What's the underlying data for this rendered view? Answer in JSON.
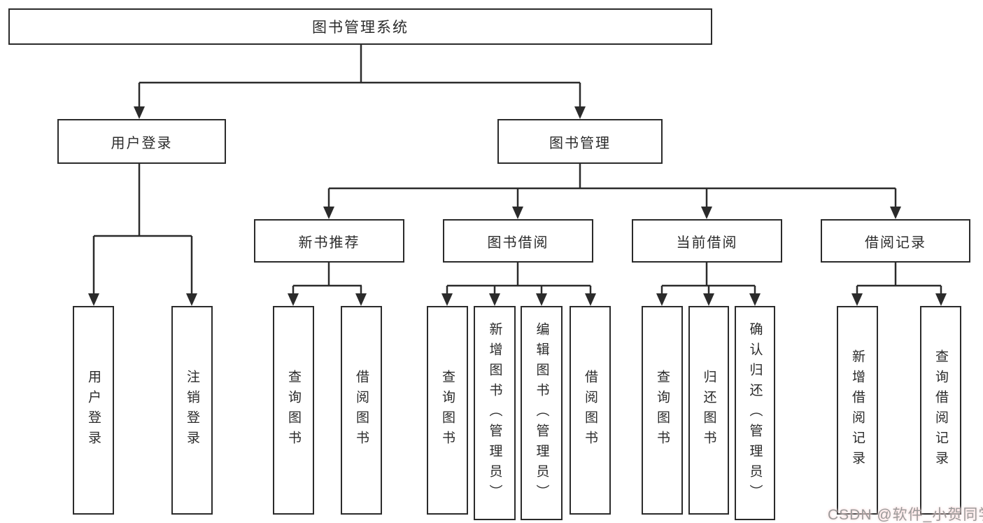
{
  "tree": {
    "label": "图书管理系统",
    "children": [
      {
        "label": "用户登录",
        "children": [
          {
            "label": "用户登录"
          },
          {
            "label": "注销登录"
          }
        ]
      },
      {
        "label": "图书管理",
        "children": [
          {
            "label": "新书推荐",
            "children": [
              {
                "label": "查询图书"
              },
              {
                "label": "借阅图书"
              }
            ]
          },
          {
            "label": "图书借阅",
            "children": [
              {
                "label": "查询图书"
              },
              {
                "label": "新增图书（管理员）"
              },
              {
                "label": "编辑图书（管理员）"
              },
              {
                "label": "借阅图书"
              }
            ]
          },
          {
            "label": "当前借阅",
            "children": [
              {
                "label": "查询图书"
              },
              {
                "label": "归还图书"
              },
              {
                "label": "确认归还（管理员）"
              }
            ]
          },
          {
            "label": "借阅记录",
            "children": [
              {
                "label": "新增借阅记录"
              },
              {
                "label": "查询借阅记录"
              }
            ]
          }
        ]
      }
    ]
  },
  "watermark": {
    "text": "CSDN @软件_小贺同学"
  },
  "colors": {
    "line": "#2b2b2b",
    "box_border": "#2b2b2b",
    "box_fill": "#ffffff",
    "watermark": "#9b9b9b"
  }
}
